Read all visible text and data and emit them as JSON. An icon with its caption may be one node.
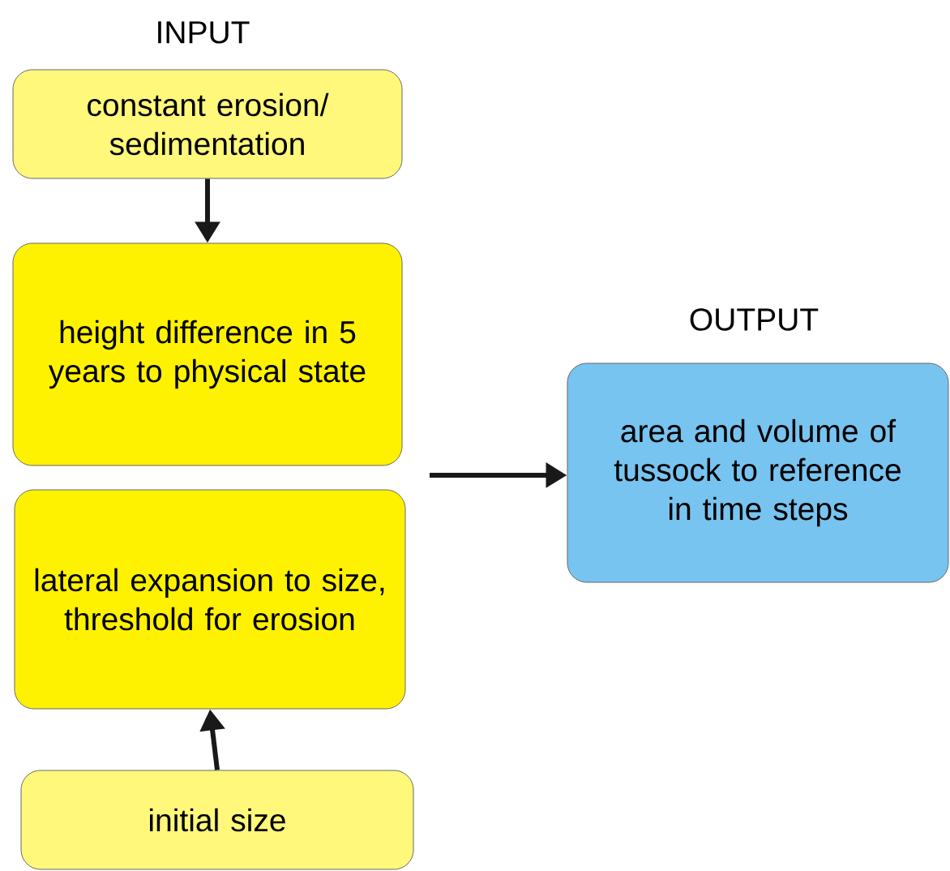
{
  "diagram": {
    "nodes": [
      {
        "text": [
          "constant erosion/ sedimentation"
        ]
      },
      {
        "text": [
          "height difference in 5 years to physical state"
        ]
      },
      {
        "text": [
          "lateral expansion to size, threshold for erosion"
        ]
      },
      {
        "text": [
          "initial size"
        ]
      },
      {
        "text": [
          "area and volume of tussock to reference in time steps"
        ]
      }
    ],
    "edges": [
      {
        "from": 0,
        "to": 1,
        "arrow": "to"
      },
      {
        "from": 3,
        "to": 2,
        "arrow": "to"
      },
      {
        "from": null,
        "to": 4,
        "arrow": "to"
      }
    ],
    "labels": [
      "INPUT",
      "OUTPUT"
    ]
  }
}
